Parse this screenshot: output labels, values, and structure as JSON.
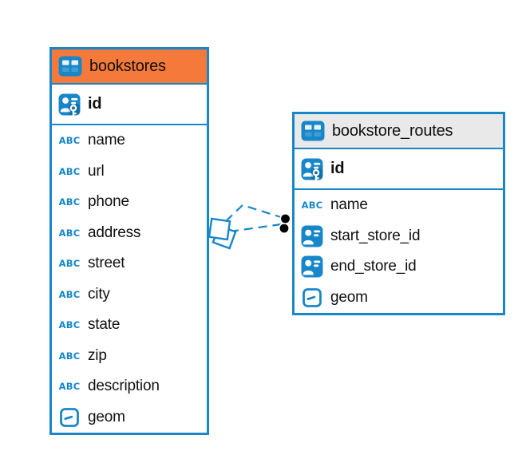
{
  "colors": {
    "accent": "#1787c9",
    "bookstores_header_bg": "#f5793b",
    "routes_header_bg": "#e9e9e9",
    "text": "#101010",
    "relationship_endpoint": "#000000"
  },
  "icon_glyphs": {
    "text_icon_label": "ABC"
  },
  "tables": [
    {
      "name": "bookstores",
      "icon": "table-icon",
      "header_theme": "orange",
      "key_columns": [
        {
          "name": "id",
          "icon": "primary-key-icon"
        }
      ],
      "columns": [
        {
          "name": "name",
          "icon": "text-icon"
        },
        {
          "name": "url",
          "icon": "text-icon"
        },
        {
          "name": "phone",
          "icon": "text-icon"
        },
        {
          "name": "address",
          "icon": "text-icon"
        },
        {
          "name": "street",
          "icon": "text-icon"
        },
        {
          "name": "city",
          "icon": "text-icon"
        },
        {
          "name": "state",
          "icon": "text-icon"
        },
        {
          "name": "zip",
          "icon": "text-icon"
        },
        {
          "name": "description",
          "icon": "text-icon"
        },
        {
          "name": "geom",
          "icon": "geometry-icon"
        }
      ]
    },
    {
      "name": "bookstore_routes",
      "icon": "table-icon",
      "header_theme": "gray",
      "key_columns": [
        {
          "name": "id",
          "icon": "primary-key-icon"
        }
      ],
      "columns": [
        {
          "name": "name",
          "icon": "text-icon"
        },
        {
          "name": "start_store_id",
          "icon": "foreign-key-icon"
        },
        {
          "name": "end_store_id",
          "icon": "foreign-key-icon"
        },
        {
          "name": "geom",
          "icon": "geometry-icon"
        }
      ]
    }
  ],
  "relationships": {
    "from_table": "bookstores",
    "to_table": "bookstore_routes",
    "line_count": 2,
    "line_style": "dashed"
  }
}
